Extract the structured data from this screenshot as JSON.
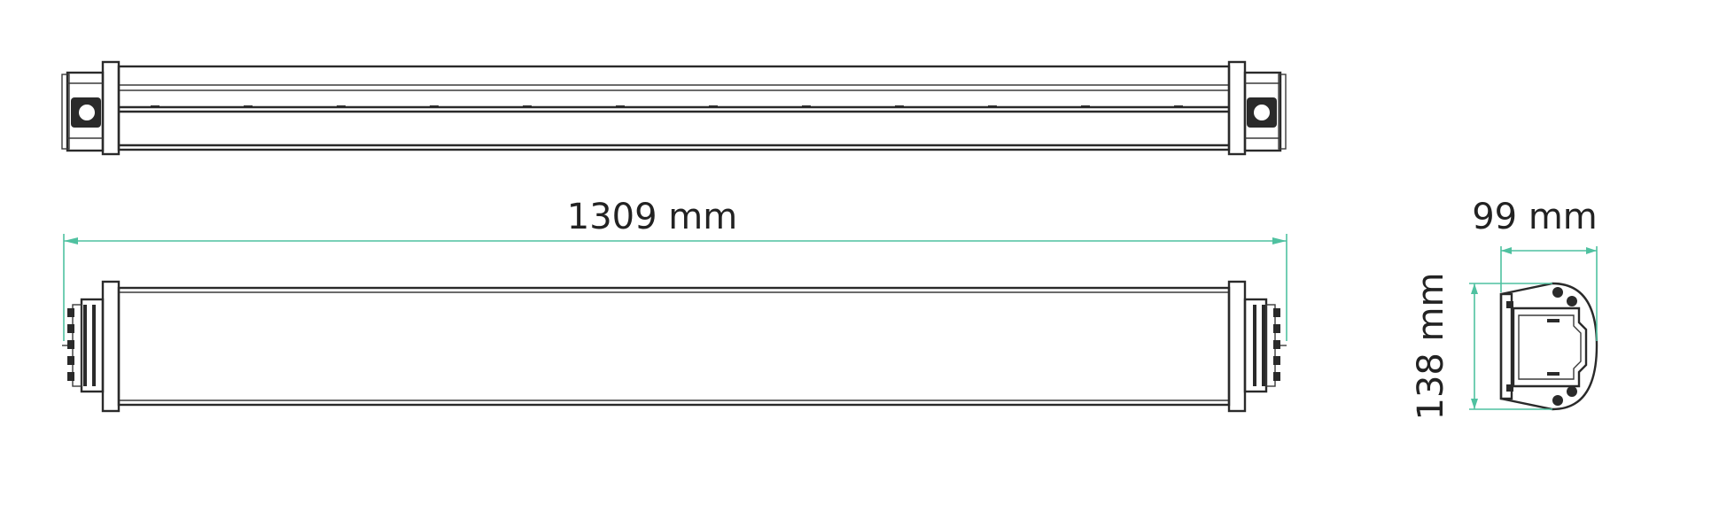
{
  "dimensions": {
    "length": "1309 mm",
    "width": "99 mm",
    "height": "138 mm"
  },
  "colors": {
    "dimension_line": "#4fc1a0",
    "outline": "#2a2a2a",
    "background": "#ffffff"
  }
}
